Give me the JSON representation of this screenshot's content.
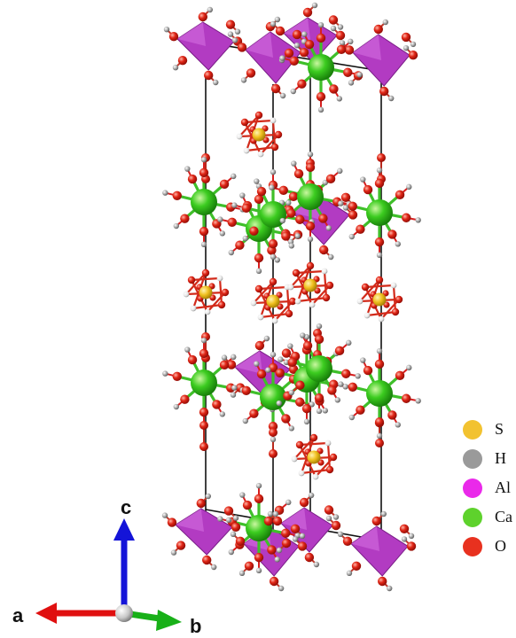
{
  "legend": [
    {
      "label": "S",
      "color": "#f2c230"
    },
    {
      "label": "H",
      "color": "#9a9a9a"
    },
    {
      "label": "Al",
      "color": "#ea29ea"
    },
    {
      "label": "Ca",
      "color": "#5ed22c"
    },
    {
      "label": "O",
      "color": "#e8311f"
    }
  ],
  "axes": {
    "a": "a",
    "b": "b",
    "c": "c"
  },
  "colors": {
    "octahedron": "#b23bc2",
    "octahedron_light": "#d46ee0",
    "bond_red": "#d71e1e",
    "bond_green": "#3fbf2a",
    "cell_edge": "#111111",
    "axis_red": "#e01010",
    "axis_blue": "#1010e0",
    "axis_green": "#18b018"
  }
}
